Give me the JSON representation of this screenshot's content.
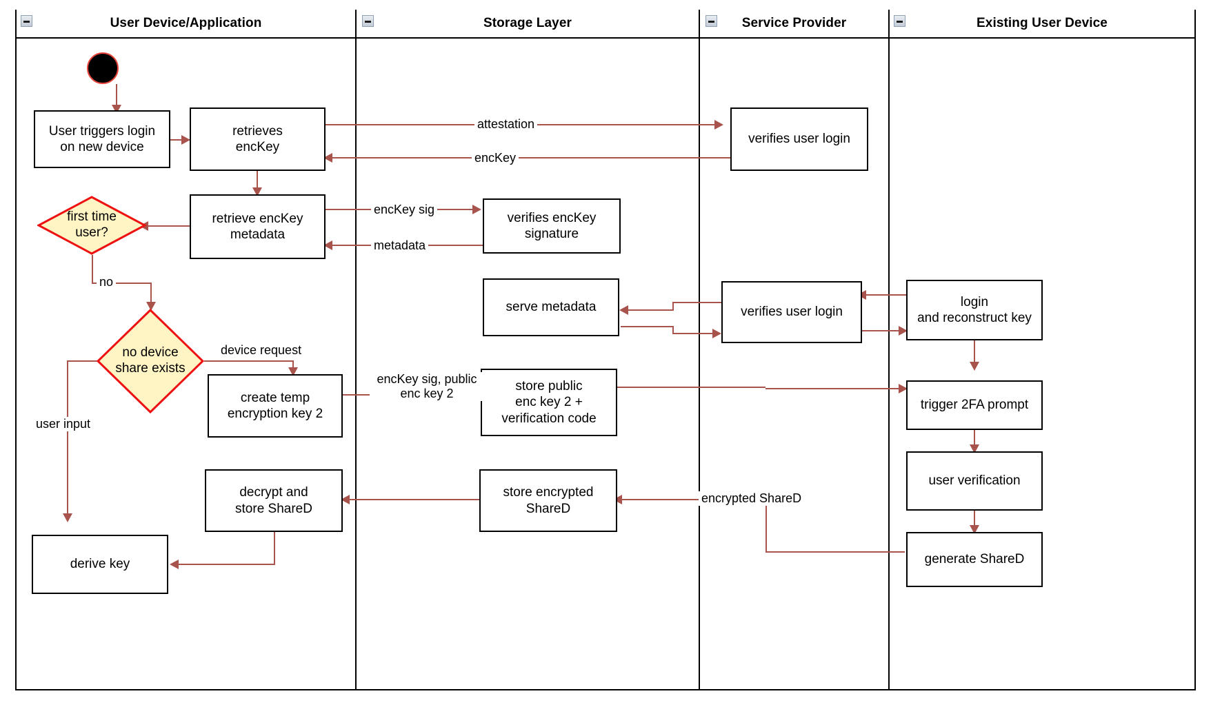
{
  "diagram": {
    "title": "Key recovery on new device - swimlane activity diagram",
    "colors": {
      "edge": "#a8534b",
      "decision_fill": "#fff4c3",
      "decision_stroke": "#ee1111",
      "node_stroke": "#000000",
      "start_fill": "#000000",
      "start_stroke": "#e8453c"
    }
  },
  "lanes": [
    {
      "id": "user-device",
      "label": "User Device/Application",
      "collapse_icon": "collapse-minus-icon"
    },
    {
      "id": "storage-layer",
      "label": "Storage Layer",
      "collapse_icon": "collapse-minus-icon"
    },
    {
      "id": "service-provider",
      "label": "Service Provider",
      "collapse_icon": "collapse-minus-icon"
    },
    {
      "id": "existing-user-device",
      "label": "Existing User Device",
      "collapse_icon": "collapse-minus-icon"
    }
  ],
  "nodes": {
    "start": {
      "shape": "initial-node",
      "lane": "user-device"
    },
    "user_triggers_login": {
      "label": "User triggers login\non new device",
      "lane": "user-device",
      "shape": "action"
    },
    "retrieves_enckey": {
      "label": "retrieves\nencKey",
      "lane": "user-device",
      "shape": "action"
    },
    "retrieve_enckey_metadata": {
      "label": "retrieve encKey\nmetadata",
      "lane": "user-device",
      "shape": "action"
    },
    "first_time_user": {
      "label": "first time\nuser?",
      "lane": "user-device",
      "shape": "decision"
    },
    "no_device_share_exists": {
      "label": "no device\nshare exists",
      "lane": "user-device",
      "shape": "decision"
    },
    "create_temp_encryption_key_2": {
      "label": "create temp\nencryption key 2",
      "lane": "user-device",
      "shape": "action"
    },
    "decrypt_and_store_shared": {
      "label": "decrypt and\nstore ShareD",
      "lane": "user-device",
      "shape": "action"
    },
    "derive_key": {
      "label": "derive key",
      "lane": "user-device",
      "shape": "action"
    },
    "verifies_enckey_signature": {
      "label": "verifies encKey\nsignature",
      "lane": "storage-layer",
      "shape": "action"
    },
    "serve_metadata": {
      "label": "serve metadata",
      "lane": "storage-layer",
      "shape": "action"
    },
    "store_public_enc_key_2": {
      "label": "store public\nenc key 2 +\nverification code",
      "lane": "storage-layer",
      "shape": "action"
    },
    "store_encrypted_shared": {
      "label": "store encrypted\nShareD",
      "lane": "storage-layer",
      "shape": "action"
    },
    "verifies_user_login_top": {
      "label": "verifies user login",
      "lane": "service-provider",
      "shape": "action"
    },
    "verifies_user_login_mid": {
      "label": "verifies user login",
      "lane": "service-provider",
      "shape": "action"
    },
    "login_and_reconstruct_key": {
      "label": "login\nand reconstruct key",
      "lane": "existing-user-device",
      "shape": "action"
    },
    "trigger_2fa_prompt": {
      "label": "trigger 2FA prompt",
      "lane": "existing-user-device",
      "shape": "action"
    },
    "user_verification": {
      "label": "user verification",
      "lane": "existing-user-device",
      "shape": "action"
    },
    "generate_shared": {
      "label": "generate ShareD",
      "lane": "existing-user-device",
      "shape": "action"
    }
  },
  "edge_labels": {
    "attestation": "attestation",
    "enckey": "encKey",
    "enckey_sig": "encKey sig",
    "metadata": "metadata",
    "no": "no",
    "device_request": "device request",
    "user_input": "user input",
    "enckey_sig_public_enc_key_2": "encKey sig,\npublic enc key 2",
    "encrypted_shared": "encrypted ShareD"
  },
  "flows": [
    {
      "from": "start",
      "to": "user_triggers_login",
      "label": ""
    },
    {
      "from": "user_triggers_login",
      "to": "retrieves_enckey",
      "label": ""
    },
    {
      "from": "retrieves_enckey",
      "to": "verifies_user_login_top",
      "label": "attestation"
    },
    {
      "from": "verifies_user_login_top",
      "to": "retrieves_enckey",
      "label": "encKey"
    },
    {
      "from": "retrieves_enckey",
      "to": "retrieve_enckey_metadata",
      "label": ""
    },
    {
      "from": "retrieve_enckey_metadata",
      "to": "first_time_user",
      "label": ""
    },
    {
      "from": "retrieve_enckey_metadata",
      "to": "verifies_enckey_signature",
      "label": "encKey sig"
    },
    {
      "from": "verifies_enckey_signature",
      "to": "retrieve_enckey_metadata",
      "label": "metadata"
    },
    {
      "from": "first_time_user",
      "to": "no_device_share_exists",
      "label": "no"
    },
    {
      "from": "no_device_share_exists",
      "to": "create_temp_encryption_key_2",
      "label": "device request"
    },
    {
      "from": "no_device_share_exists",
      "to": "derive_key",
      "label": "user input"
    },
    {
      "from": "create_temp_encryption_key_2",
      "to": "store_public_enc_key_2",
      "label": "encKey sig,\npublic enc key 2"
    },
    {
      "from": "login_and_reconstruct_key",
      "to": "verifies_user_login_mid",
      "label": ""
    },
    {
      "from": "verifies_user_login_mid",
      "to": "serve_metadata",
      "label": ""
    },
    {
      "from": "serve_metadata",
      "to": "verifies_user_login_mid",
      "label": ""
    },
    {
      "from": "verifies_user_login_mid",
      "to": "login_and_reconstruct_key",
      "label": ""
    },
    {
      "from": "login_and_reconstruct_key",
      "to": "trigger_2fa_prompt",
      "label": ""
    },
    {
      "from": "store_public_enc_key_2",
      "to": "trigger_2fa_prompt",
      "label": ""
    },
    {
      "from": "trigger_2fa_prompt",
      "to": "user_verification",
      "label": ""
    },
    {
      "from": "user_verification",
      "to": "generate_shared",
      "label": ""
    },
    {
      "from": "generate_shared",
      "to": "store_encrypted_shared",
      "label": "encrypted ShareD"
    },
    {
      "from": "store_encrypted_shared",
      "to": "decrypt_and_store_shared",
      "label": ""
    },
    {
      "from": "decrypt_and_store_shared",
      "to": "derive_key",
      "label": ""
    }
  ]
}
